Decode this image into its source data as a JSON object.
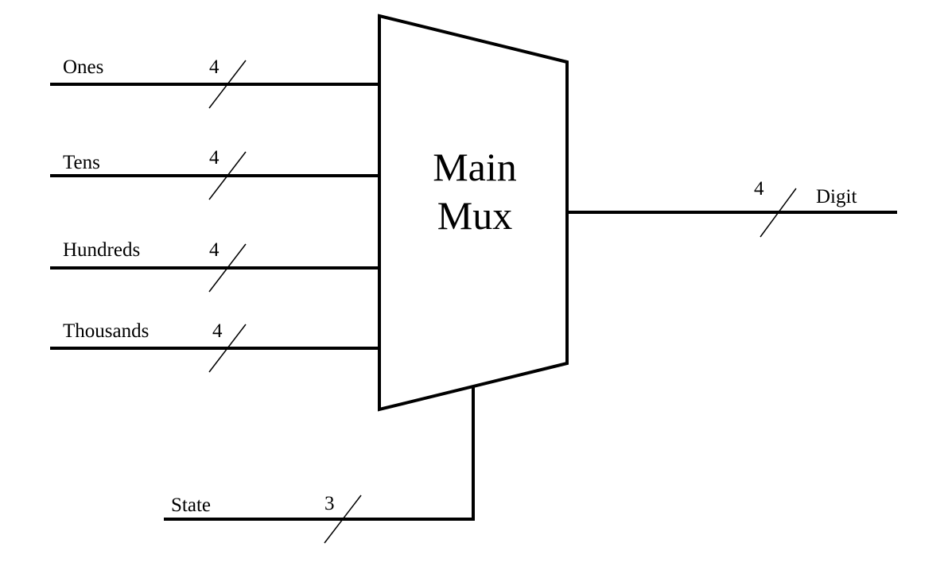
{
  "mux": {
    "title_line1": "Main",
    "title_line2": "Mux"
  },
  "inputs": [
    {
      "name": "Ones",
      "width": "4"
    },
    {
      "name": "Tens",
      "width": "4"
    },
    {
      "name": "Hundreds",
      "width": "4"
    },
    {
      "name": "Thousands",
      "width": "4"
    }
  ],
  "output": {
    "name": "Digit",
    "width": "4"
  },
  "select": {
    "name": "State",
    "width": "3"
  }
}
